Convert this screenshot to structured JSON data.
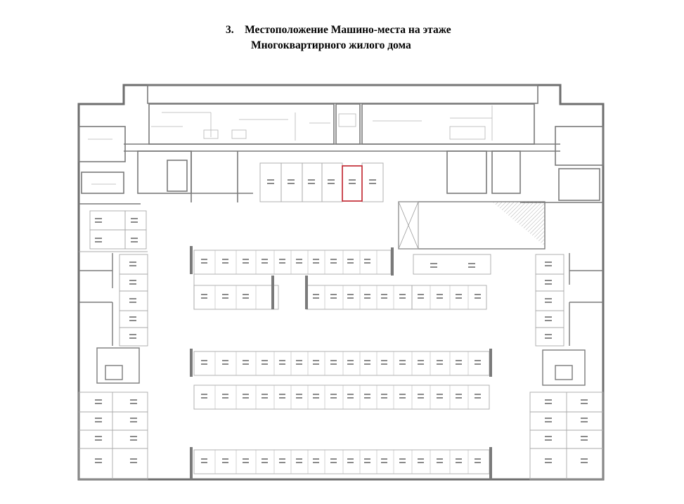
{
  "heading": {
    "number": "3.",
    "line1": "Местоположение Машино-места на этаже",
    "line2": "Многоквартирного жилого дома"
  },
  "colors": {
    "wall": "#6e6e6e",
    "thin_line": "#b0b0b0",
    "highlight": "#c0202a"
  }
}
